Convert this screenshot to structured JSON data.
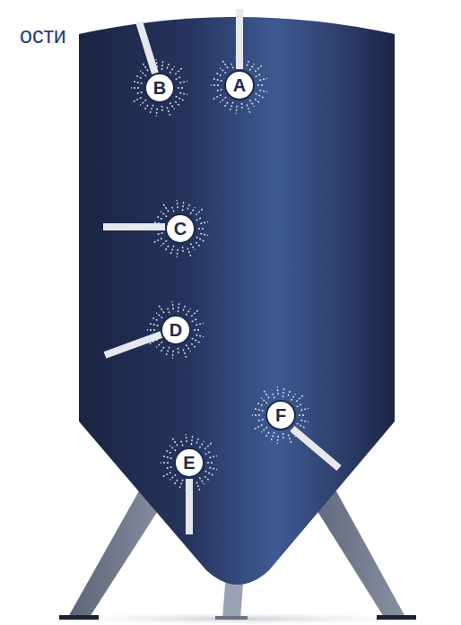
{
  "diagram": {
    "nodes": [
      {
        "text": [
          "B"
        ]
      },
      {
        "text": [
          "A"
        ]
      },
      {
        "text": [
          "C"
        ]
      },
      {
        "text": [
          "D"
        ]
      },
      {
        "text": [
          "F"
        ]
      },
      {
        "text": [
          "E"
        ]
      }
    ],
    "labels": [
      "ости"
    ]
  }
}
